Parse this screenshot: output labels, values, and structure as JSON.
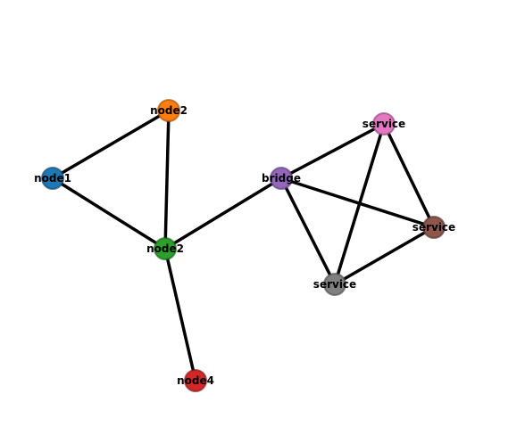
{
  "graph": {
    "nodes": [
      {
        "id": "n1",
        "label": "node2",
        "color": "#ff7f0e"
      },
      {
        "id": "n2",
        "label": "node1",
        "color": "#1f77b4"
      },
      {
        "id": "n3",
        "label": "node2",
        "color": "#2ca02c"
      },
      {
        "id": "n4",
        "label": "node4",
        "color": "#d62728"
      },
      {
        "id": "n5",
        "label": "bridge",
        "color": "#9467bd"
      },
      {
        "id": "n6",
        "label": "service",
        "color": "#e377c2"
      },
      {
        "id": "n7",
        "label": "service",
        "color": "#8c564b"
      },
      {
        "id": "n8",
        "label": "service",
        "color": "#7f7f7f"
      }
    ],
    "edges": [
      [
        "n1",
        "n2"
      ],
      [
        "n1",
        "n3"
      ],
      [
        "n2",
        "n3"
      ],
      [
        "n3",
        "n4"
      ],
      [
        "n3",
        "n5"
      ],
      [
        "n5",
        "n6"
      ],
      [
        "n5",
        "n7"
      ],
      [
        "n5",
        "n8"
      ],
      [
        "n6",
        "n7"
      ],
      [
        "n6",
        "n8"
      ],
      [
        "n7",
        "n8"
      ]
    ]
  }
}
